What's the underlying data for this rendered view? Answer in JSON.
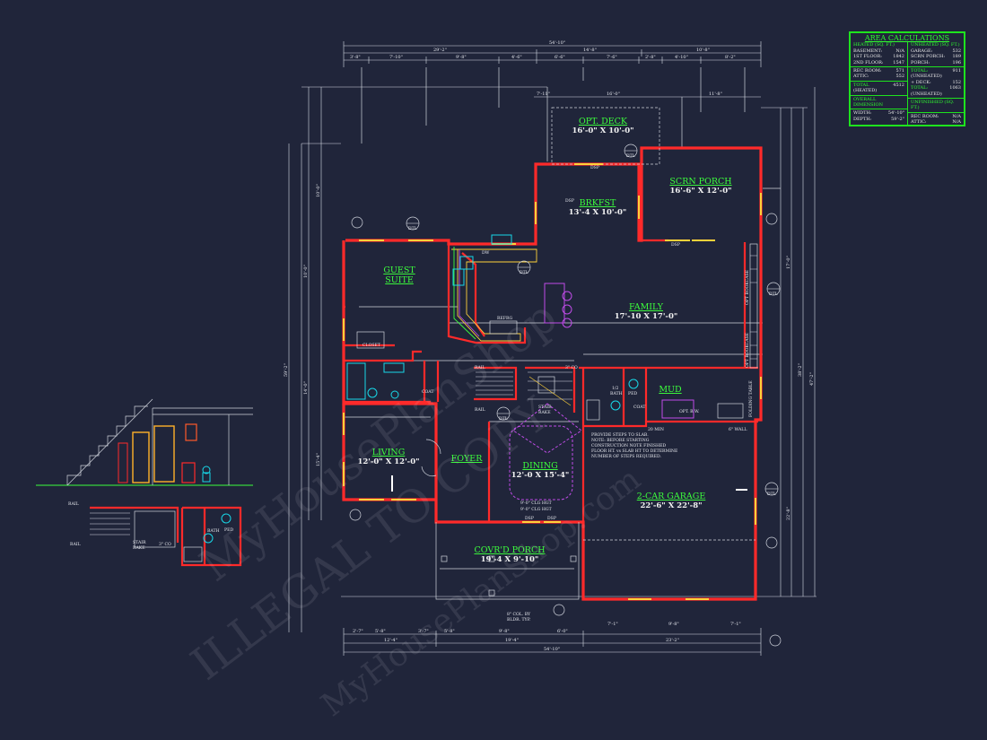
{
  "area_calculations": {
    "title": "AREA CALCULATIONS",
    "heated": {
      "header": "HEATED (SQ. FT.)",
      "rows": [
        {
          "label": "BASEMENT:",
          "value": "N/A"
        },
        {
          "label": "1ST FLOOR:",
          "value": "1842"
        },
        {
          "label": "2ND FLOOR:",
          "value": "1547"
        },
        {
          "label": "REC ROOM:",
          "value": "571"
        },
        {
          "label": "ATTIC:",
          "value": "552"
        }
      ],
      "total_label": "TOTAL",
      "total_sub": "(HEATED)",
      "total_value": "4512"
    },
    "unheated": {
      "header": "UNHEATED (SQ. FT.)",
      "rows": [
        {
          "label": "GARAGE:",
          "value": "532"
        },
        {
          "label": "SCRN PORCH:",
          "value": "189"
        },
        {
          "label": "PORCH:",
          "value": "196"
        }
      ],
      "total1_label": "TOTAL:",
      "total1_sub": "(UNHEATED)",
      "total1_value": "911",
      "deck_label": "+ DECK:",
      "deck_value": "152",
      "total2_label": "TOTAL:",
      "total2_sub": "(UNHEATED)",
      "total2_value": "1063"
    },
    "overall": {
      "header": "OVERALL DIMENSION",
      "rows": [
        {
          "label": "WIDTH:",
          "value": "54'-10\""
        },
        {
          "label": "DEPTH:",
          "value": "59'-2\""
        }
      ]
    },
    "unfinished": {
      "header": "UNFINISHED (SQ. FT.)",
      "rows": [
        {
          "label": "REC ROOM:",
          "value": "N/A"
        },
        {
          "label": "ATTIC:",
          "value": "N/A"
        }
      ]
    }
  },
  "rooms": {
    "deck": {
      "name": "OPT. DECK",
      "size": "16'-0\" X 10'-0\""
    },
    "scrn_porch": {
      "name": "SCRN PORCH",
      "size": "16'-6\" X 12'-0\""
    },
    "brkfst": {
      "name": "BRKFST",
      "size": "13'-4 X 10'-0\""
    },
    "guest_suite": {
      "name1": "GUEST",
      "name2": "SUITE"
    },
    "family": {
      "name": "FAMILY",
      "size": "17'-10 X 17'-0\""
    },
    "mud": {
      "name": "MUD"
    },
    "living": {
      "name": "LIVING",
      "size": "12'-0\" X 12'-0\""
    },
    "foyer": {
      "name": "FOYER"
    },
    "dining": {
      "name": "DINING",
      "size": "12'-0 X 15'-4\""
    },
    "garage": {
      "name": "2-CAR GARAGE",
      "size": "22'-6\" X 22'-8\""
    },
    "porch": {
      "name": "COVR'D PORCH",
      "size": "19'-4 X 9'-10\""
    }
  },
  "dimensions": {
    "top_overall": "54'-10\"",
    "top_row2": [
      "29'-2\"",
      "14'-8\"",
      "10'-8\""
    ],
    "top_row3": [
      "3'-8\"",
      "7'-10\"",
      "9'-8\"",
      "4'-6\"",
      "6'-6\"",
      "7'-6\"",
      "2'-8\"",
      "4'-10\"",
      "8'-2\""
    ],
    "top_deck": [
      "7'-11\"",
      "16'-0\"",
      "11'-8\""
    ],
    "bottom_row1": [
      "2'-7\"",
      "5'-8\"",
      "3'-7\"",
      "5'-8\"",
      "9'-8\"",
      "6'-0\"",
      "7'-1\"",
      "9'-8\"",
      "7'-1\""
    ],
    "bottom_row2": [
      "12'-4\"",
      "19'-4\"",
      "23'-2\""
    ],
    "bottom_overall": "54'-10\""
  },
  "notes": {
    "garage_note": [
      "PROVIDE STEPS TO SLAB.",
      "NOTE: BEFORE STARTING",
      "CONSTRUCTION NOTE FINISHED",
      "FLOOR HT. vs SLAB HT TO DETERMINE",
      "NUMBER OF STEPS REQUIRED."
    ],
    "col": [
      "8\" COL. BY",
      "BLDR. TYP."
    ],
    "dsp": "DSP",
    "dtl": "DTL",
    "rail": "RAIL",
    "stair_rake": [
      "STAIR",
      "RAKE"
    ],
    "refrig": "REFRG",
    "closet": "CLOSET",
    "coat": "COAT",
    "bath": "BATH",
    "half_bath": "1/2",
    "ped": "PED",
    "opt_bookcase": "OPT BOOKCASE",
    "folding_table": "FOLDING TABLE",
    "wall6": "6\" WALL",
    "min20": "20 MIN",
    "dw": "DW",
    "co3": "3\" CO",
    "clg1": "9'-0\" CLG HGT",
    "clg2": "9'-0\" CLG HGT"
  },
  "watermarks": [
    "MyHousePlanShop",
    "ILLEGAL TO COPY",
    "MyHousePlanShop.com"
  ],
  "colors": {
    "background": "#20253a",
    "walls": "#ff2a2a",
    "room_labels": "#3cff3c",
    "fixtures": "#18d8e8",
    "accent_magenta": "#c04ce8",
    "windows": "#ffd23a"
  }
}
